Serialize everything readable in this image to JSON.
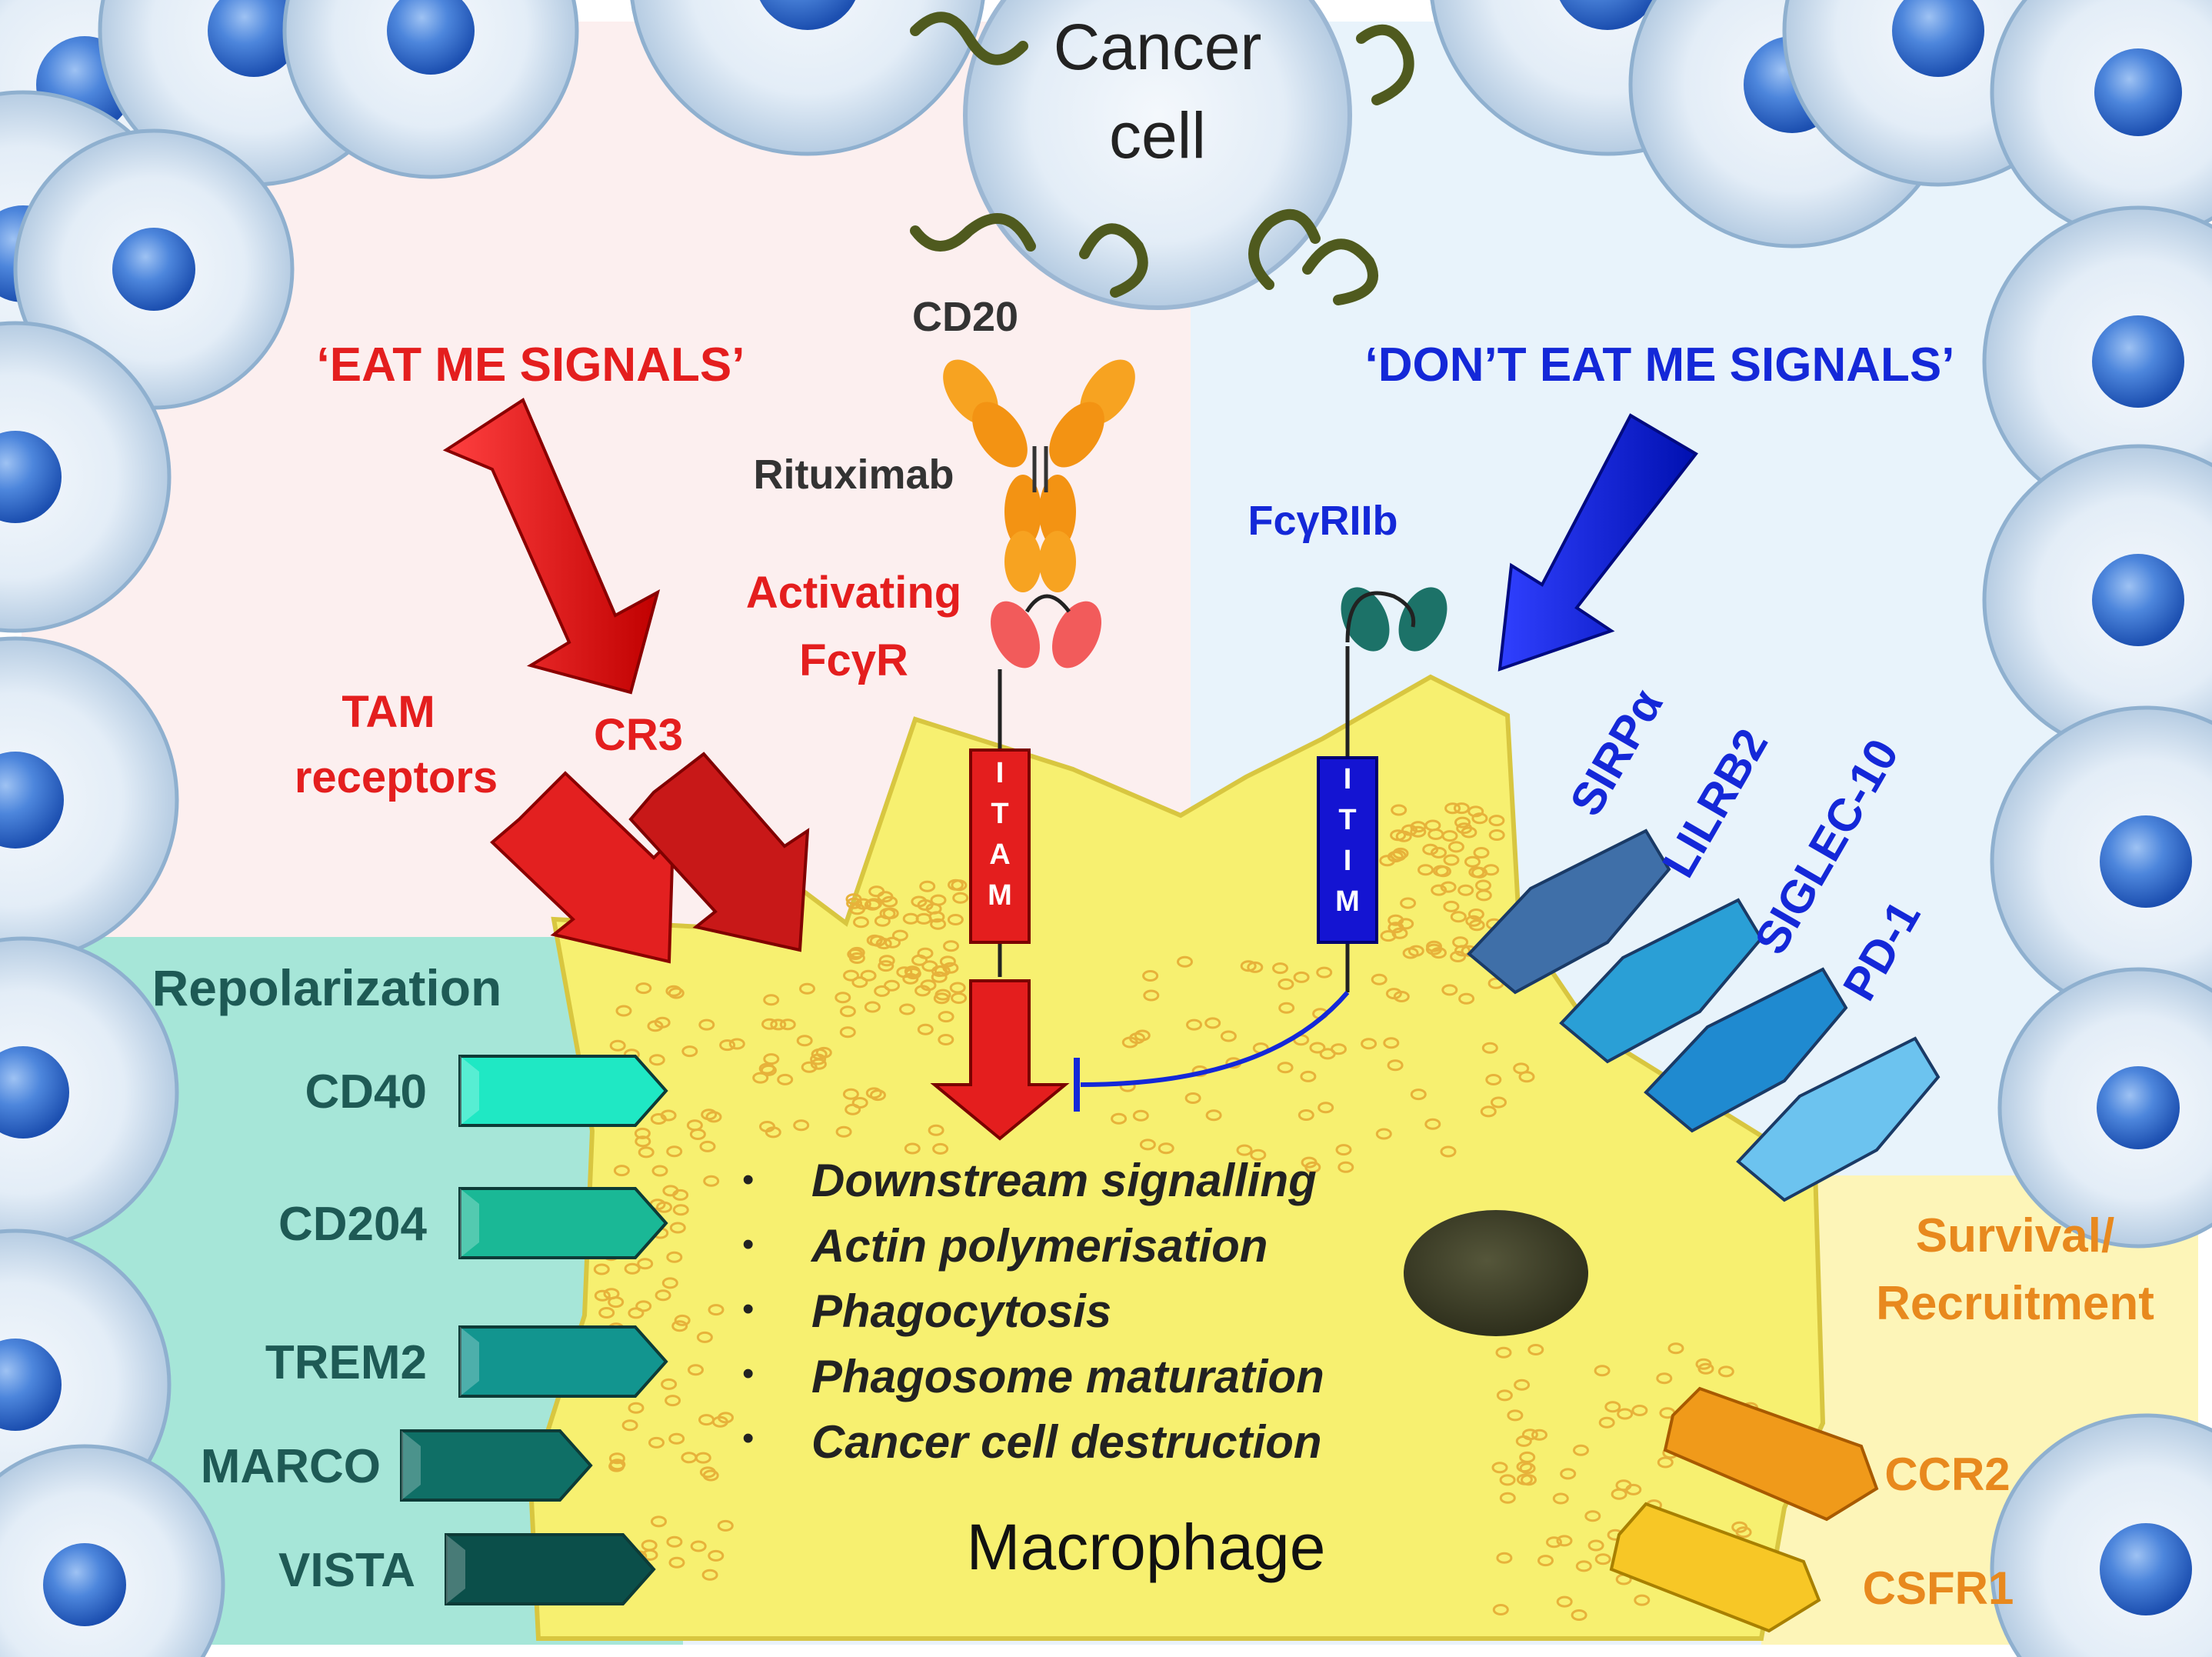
{
  "regions": {
    "eat_me_title": "‘EAT ME SIGNALS’",
    "dont_eat_me_title": "‘DON’T EAT ME SIGNALS’",
    "repolarization_title": "Repolarization",
    "survival_title_line1": "Survival/",
    "survival_title_line2": "Recruitment"
  },
  "cancer_cell": {
    "line1": "Cancer",
    "line2": "cell"
  },
  "antibody": {
    "target": "CD20",
    "drug": "Rituximab",
    "receptor_line1": "Activating",
    "receptor_line2": "FcγR",
    "motif": [
      "I",
      "T",
      "A",
      "M"
    ]
  },
  "inhibitory": {
    "receptor": "FcγRIIb",
    "motif": [
      "I",
      "T",
      "I",
      "M"
    ]
  },
  "eat_me_receptors": {
    "tam_line1": "TAM",
    "tam_line2": "receptors",
    "cr3": "CR3"
  },
  "dont_eat_me_receptors": [
    "SIRPα",
    "LILRB2",
    "SIGLEC-10",
    "PD-1"
  ],
  "repolarization_receptors": [
    "CD40",
    "CD204",
    "TREM2",
    "MARCO",
    "VISTA"
  ],
  "survival_receptors": [
    "CCR2",
    "CSFR1"
  ],
  "bullet_char": "•",
  "processes": [
    "Downstream signalling",
    "Actin polymerisation",
    "Phagocytosis",
    "Phagosome maturation",
    "Cancer cell destruction"
  ],
  "macrophage_label": "Macrophage",
  "colors": {
    "eat_me": "#e41e1e",
    "dont_eat_me": "#1428d8",
    "repolarization": "#1e5a55",
    "survival": "#e8891e",
    "macrophage": "#f7f070",
    "nucleus": "#3e3f28"
  }
}
